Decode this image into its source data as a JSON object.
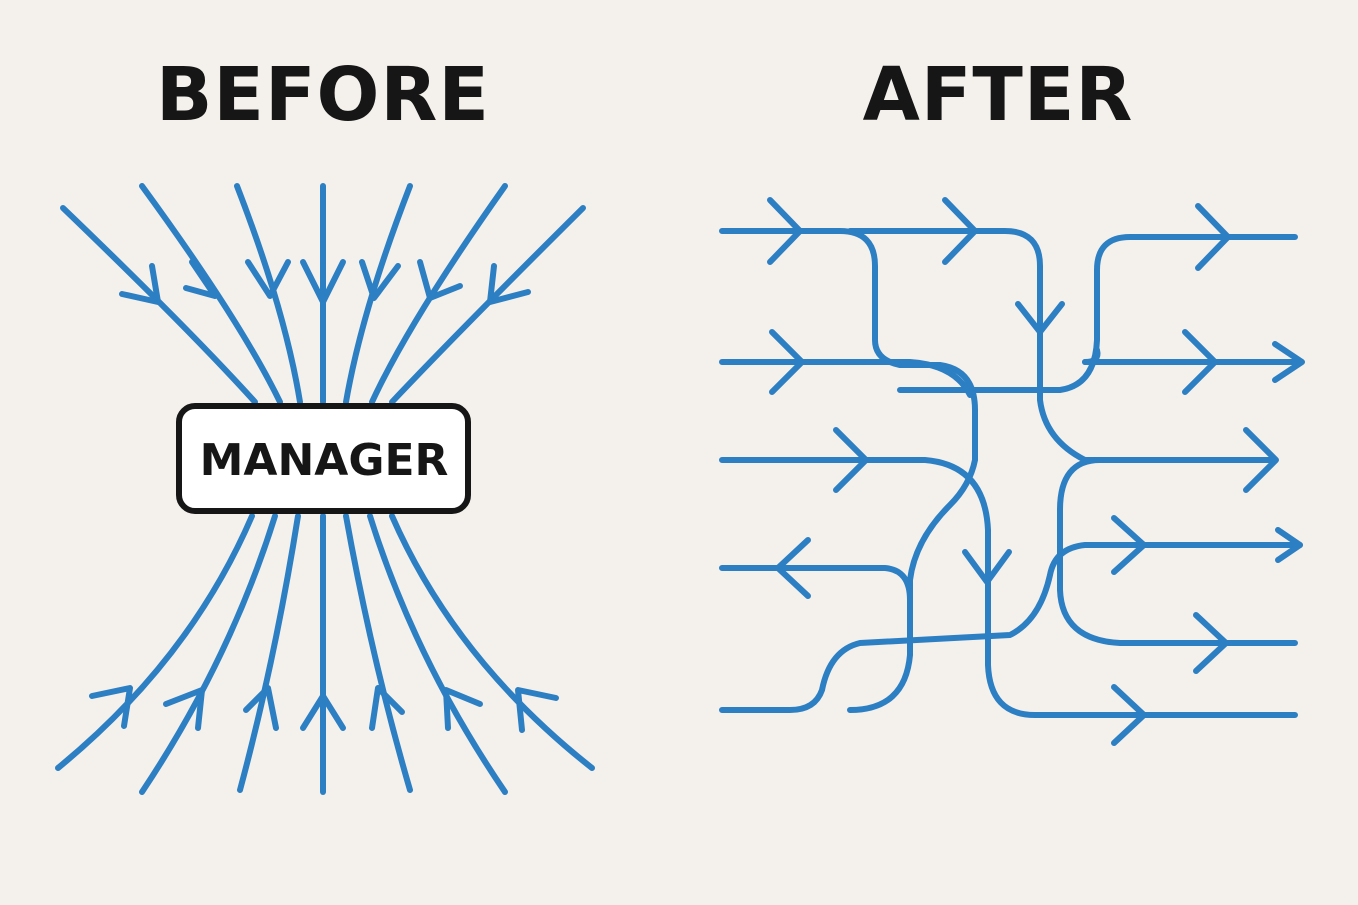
{
  "before": {
    "title": "BEFORE",
    "hub_label": "MANAGER"
  },
  "after": {
    "title": "AFTER"
  },
  "colors": {
    "background": "#f4f1ec",
    "flow": "#2d7fc4",
    "ink": "#161616"
  }
}
